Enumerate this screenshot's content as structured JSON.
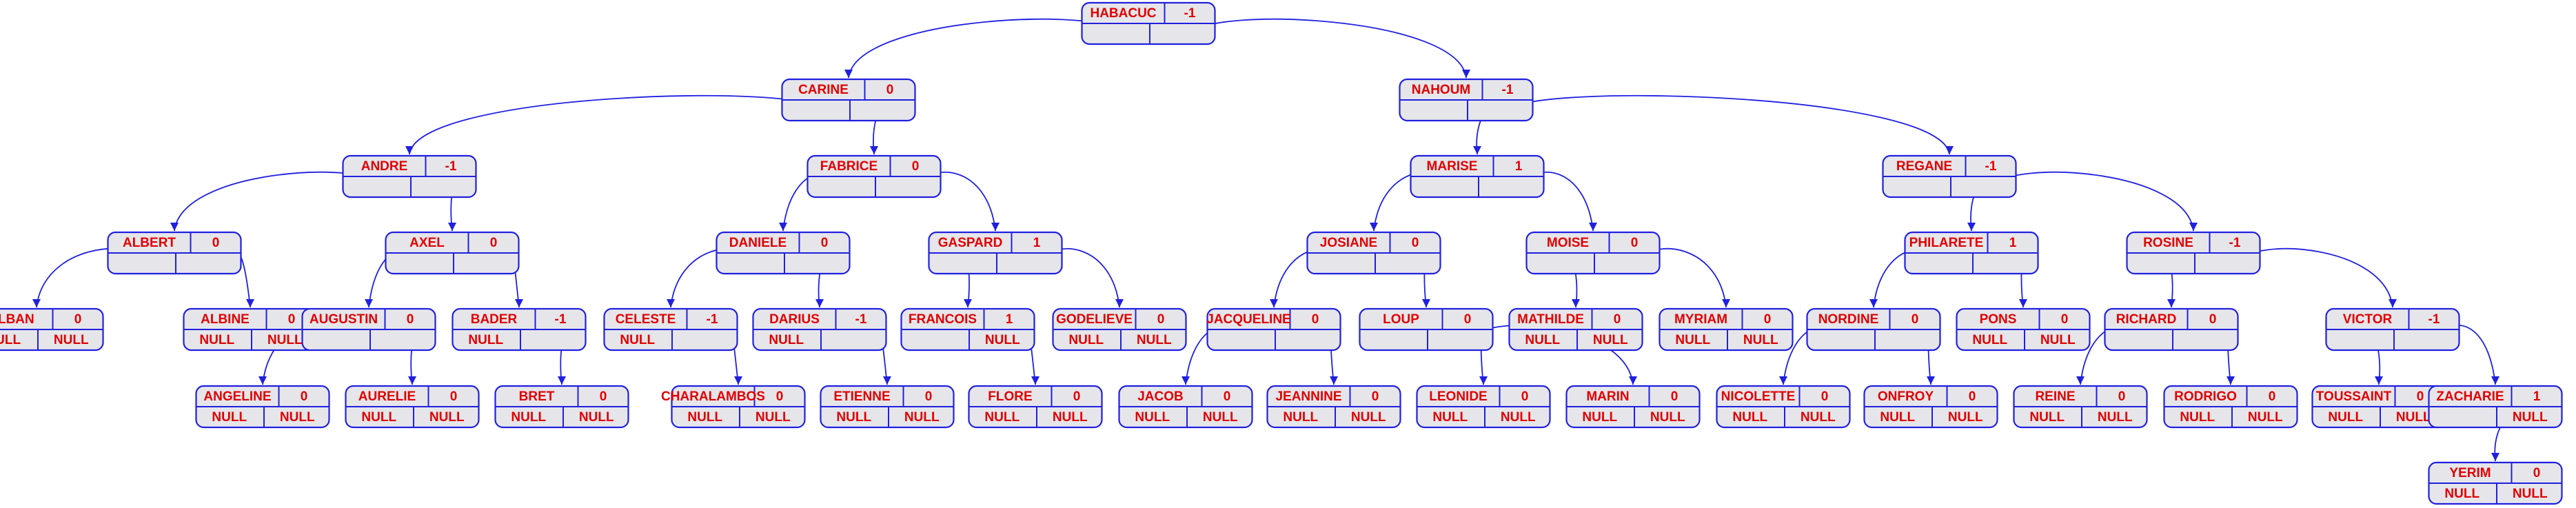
{
  "colors": {
    "border": "#2020e0",
    "fill": "#e6e6ea",
    "text": "#e00000",
    "edge": "#2020e0"
  },
  "tree": {
    "nodes": [
      {
        "id": "HABACUC",
        "name": "HABACUC",
        "balance": "-1",
        "left": "",
        "right": ""
      },
      {
        "id": "CARINE",
        "name": "CARINE",
        "balance": "0",
        "left": "",
        "right": ""
      },
      {
        "id": "NAHOUM",
        "name": "NAHOUM",
        "balance": "-1",
        "left": "",
        "right": ""
      },
      {
        "id": "ANDRE",
        "name": "ANDRE",
        "balance": "-1",
        "left": "",
        "right": ""
      },
      {
        "id": "FABRICE",
        "name": "FABRICE",
        "balance": "0",
        "left": "",
        "right": ""
      },
      {
        "id": "MARISE",
        "name": "MARISE",
        "balance": "1",
        "left": "",
        "right": ""
      },
      {
        "id": "REGANE",
        "name": "REGANE",
        "balance": "-1",
        "left": "",
        "right": ""
      },
      {
        "id": "ALBERT",
        "name": "ALBERT",
        "balance": "0",
        "left": "",
        "right": ""
      },
      {
        "id": "AXEL",
        "name": "AXEL",
        "balance": "0",
        "left": "",
        "right": ""
      },
      {
        "id": "DANIELE",
        "name": "DANIELE",
        "balance": "0",
        "left": "",
        "right": ""
      },
      {
        "id": "GASPARD",
        "name": "GASPARD",
        "balance": "1",
        "left": "",
        "right": ""
      },
      {
        "id": "JOSIANE",
        "name": "JOSIANE",
        "balance": "0",
        "left": "",
        "right": ""
      },
      {
        "id": "MOISE",
        "name": "MOISE",
        "balance": "0",
        "left": "",
        "right": ""
      },
      {
        "id": "PHILARETE",
        "name": "PHILARETE",
        "balance": "1",
        "left": "",
        "right": ""
      },
      {
        "id": "ROSINE",
        "name": "ROSINE",
        "balance": "-1",
        "left": "",
        "right": ""
      },
      {
        "id": "ALBAN",
        "name": "ALBAN",
        "balance": "0",
        "left": "NULL",
        "right": "NULL"
      },
      {
        "id": "ALBINE",
        "name": "ALBINE",
        "balance": "0",
        "left": "NULL",
        "right": "NULL"
      },
      {
        "id": "AUGUSTIN",
        "name": "AUGUSTIN",
        "balance": "0",
        "left": "",
        "right": ""
      },
      {
        "id": "BADER",
        "name": "BADER",
        "balance": "-1",
        "left": "NULL",
        "right": ""
      },
      {
        "id": "CELESTE",
        "name": "CELESTE",
        "balance": "-1",
        "left": "NULL",
        "right": ""
      },
      {
        "id": "DARIUS",
        "name": "DARIUS",
        "balance": "-1",
        "left": "NULL",
        "right": ""
      },
      {
        "id": "FRANCOIS",
        "name": "FRANCOIS",
        "balance": "1",
        "left": "",
        "right": "NULL"
      },
      {
        "id": "GODELIEVE",
        "name": "GODELIEVE",
        "balance": "0",
        "left": "NULL",
        "right": "NULL"
      },
      {
        "id": "JACQUELINE",
        "name": "JACQUELINE",
        "balance": "0",
        "left": "",
        "right": ""
      },
      {
        "id": "LOUP",
        "name": "LOUP",
        "balance": "0",
        "left": "",
        "right": ""
      },
      {
        "id": "MATHILDE",
        "name": "MATHILDE",
        "balance": "0",
        "left": "NULL",
        "right": "NULL"
      },
      {
        "id": "MYRIAM",
        "name": "MYRIAM",
        "balance": "0",
        "left": "NULL",
        "right": "NULL"
      },
      {
        "id": "NORDINE",
        "name": "NORDINE",
        "balance": "0",
        "left": "",
        "right": ""
      },
      {
        "id": "PONS",
        "name": "PONS",
        "balance": "0",
        "left": "NULL",
        "right": "NULL"
      },
      {
        "id": "RICHARD",
        "name": "RICHARD",
        "balance": "0",
        "left": "",
        "right": ""
      },
      {
        "id": "VICTOR",
        "name": "VICTOR",
        "balance": "-1",
        "left": "",
        "right": ""
      },
      {
        "id": "ANGELINE",
        "name": "ANGELINE",
        "balance": "0",
        "left": "NULL",
        "right": "NULL"
      },
      {
        "id": "AURELIE",
        "name": "AURELIE",
        "balance": "0",
        "left": "NULL",
        "right": "NULL"
      },
      {
        "id": "BRET",
        "name": "BRET",
        "balance": "0",
        "left": "NULL",
        "right": "NULL"
      },
      {
        "id": "CHARALAMBOS",
        "name": "CHARALAMBOS",
        "balance": "0",
        "left": "NULL",
        "right": "NULL"
      },
      {
        "id": "ETIENNE",
        "name": "ETIENNE",
        "balance": "0",
        "left": "NULL",
        "right": "NULL"
      },
      {
        "id": "FLORE",
        "name": "FLORE",
        "balance": "0",
        "left": "NULL",
        "right": "NULL"
      },
      {
        "id": "JACOB",
        "name": "JACOB",
        "balance": "0",
        "left": "NULL",
        "right": "NULL"
      },
      {
        "id": "JEANNINE",
        "name": "JEANNINE",
        "balance": "0",
        "left": "NULL",
        "right": "NULL"
      },
      {
        "id": "LEONIDE",
        "name": "LEONIDE",
        "balance": "0",
        "left": "NULL",
        "right": "NULL"
      },
      {
        "id": "MARIN",
        "name": "MARIN",
        "balance": "0",
        "left": "NULL",
        "right": "NULL"
      },
      {
        "id": "NICOLETTE",
        "name": "NICOLETTE",
        "balance": "0",
        "left": "NULL",
        "right": "NULL"
      },
      {
        "id": "ONFROY",
        "name": "ONFROY",
        "balance": "0",
        "left": "NULL",
        "right": "NULL"
      },
      {
        "id": "REINE",
        "name": "REINE",
        "balance": "0",
        "left": "NULL",
        "right": "NULL"
      },
      {
        "id": "RODRIGO",
        "name": "RODRIGO",
        "balance": "0",
        "left": "NULL",
        "right": "NULL"
      },
      {
        "id": "TOUSSAINT",
        "name": "TOUSSAINT",
        "balance": "0",
        "left": "NULL",
        "right": "NULL"
      },
      {
        "id": "ZACHARIE",
        "name": "ZACHARIE",
        "balance": "1",
        "left": "",
        "right": "NULL"
      },
      {
        "id": "YERIM",
        "name": "YERIM",
        "balance": "0",
        "left": "NULL",
        "right": "NULL"
      }
    ],
    "edges": [
      {
        "from": "HABACUC",
        "to": "CARINE"
      },
      {
        "from": "HABACUC",
        "to": "NAHOUM"
      },
      {
        "from": "CARINE",
        "to": "ANDRE"
      },
      {
        "from": "CARINE",
        "to": "FABRICE"
      },
      {
        "from": "NAHOUM",
        "to": "MARISE"
      },
      {
        "from": "NAHOUM",
        "to": "REGANE"
      },
      {
        "from": "ANDRE",
        "to": "ALBERT"
      },
      {
        "from": "ANDRE",
        "to": "AXEL"
      },
      {
        "from": "FABRICE",
        "to": "DANIELE"
      },
      {
        "from": "FABRICE",
        "to": "GASPARD"
      },
      {
        "from": "MARISE",
        "to": "JOSIANE"
      },
      {
        "from": "MARISE",
        "to": "MOISE"
      },
      {
        "from": "REGANE",
        "to": "PHILARETE"
      },
      {
        "from": "REGANE",
        "to": "ROSINE"
      },
      {
        "from": "ALBERT",
        "to": "ALBAN"
      },
      {
        "from": "ALBERT",
        "to": "ALBINE"
      },
      {
        "from": "AXEL",
        "to": "AUGUSTIN"
      },
      {
        "from": "AXEL",
        "to": "BADER"
      },
      {
        "from": "DANIELE",
        "to": "CELESTE"
      },
      {
        "from": "DANIELE",
        "to": "DARIUS"
      },
      {
        "from": "GASPARD",
        "to": "FRANCOIS"
      },
      {
        "from": "GASPARD",
        "to": "GODELIEVE"
      },
      {
        "from": "JOSIANE",
        "to": "JACQUELINE"
      },
      {
        "from": "JOSIANE",
        "to": "LOUP"
      },
      {
        "from": "MOISE",
        "to": "MATHILDE"
      },
      {
        "from": "MOISE",
        "to": "MYRIAM"
      },
      {
        "from": "PHILARETE",
        "to": "NORDINE"
      },
      {
        "from": "PHILARETE",
        "to": "PONS"
      },
      {
        "from": "ROSINE",
        "to": "RICHARD"
      },
      {
        "from": "ROSINE",
        "to": "VICTOR"
      },
      {
        "from": "AUGUSTIN",
        "to": "ANGELINE"
      },
      {
        "from": "AUGUSTIN",
        "to": "AURELIE"
      },
      {
        "from": "BADER",
        "to": "BRET"
      },
      {
        "from": "CELESTE",
        "to": "CHARALAMBOS"
      },
      {
        "from": "DARIUS",
        "to": "ETIENNE"
      },
      {
        "from": "FRANCOIS",
        "to": "FLORE"
      },
      {
        "from": "JACQUELINE",
        "to": "JACOB"
      },
      {
        "from": "JACQUELINE",
        "to": "JEANNINE"
      },
      {
        "from": "LOUP",
        "to": "LEONIDE"
      },
      {
        "from": "LOUP",
        "to": "MARIN"
      },
      {
        "from": "NORDINE",
        "to": "NICOLETTE"
      },
      {
        "from": "NORDINE",
        "to": "ONFROY"
      },
      {
        "from": "RICHARD",
        "to": "REINE"
      },
      {
        "from": "RICHARD",
        "to": "RODRIGO"
      },
      {
        "from": "VICTOR",
        "to": "TOUSSAINT"
      },
      {
        "from": "VICTOR",
        "to": "ZACHARIE"
      },
      {
        "from": "ZACHARIE",
        "to": "YERIM"
      }
    ]
  }
}
